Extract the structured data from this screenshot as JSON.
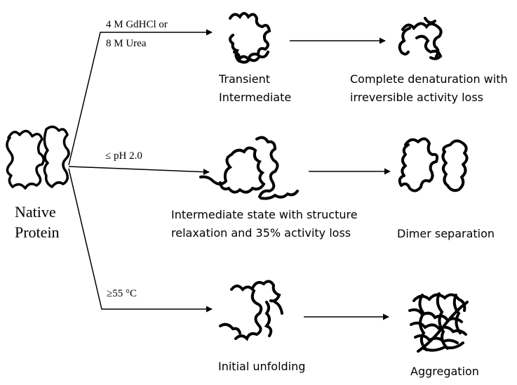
{
  "native": {
    "line1": "Native",
    "line2": "Protein"
  },
  "conditions": {
    "denaturant": {
      "line1": "4 M GdHCl or",
      "line2": "8 M Urea"
    },
    "acid": "≤ pH 2.0",
    "heat": "≥55 °C"
  },
  "states": {
    "transient": {
      "line1": "Transient",
      "line2": "Intermediate"
    },
    "complete": {
      "line1": "Complete denaturation with",
      "line2": "irreversible activity loss"
    },
    "intermediate": {
      "line1": "Intermediate state with structure",
      "line2": "relaxation and 35% activity loss"
    },
    "dimer": "Dimer separation",
    "initial": "Initial unfolding",
    "aggregation": "Aggregation"
  }
}
